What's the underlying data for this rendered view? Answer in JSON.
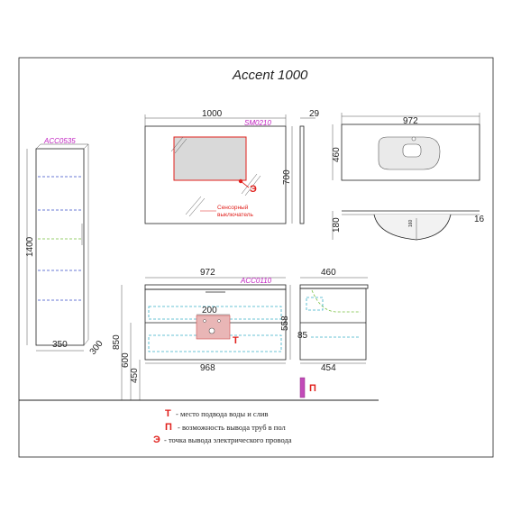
{
  "title": "Accent 1000",
  "codes": {
    "mirror": "SM0210",
    "cabinet": "ACC0535",
    "vanity": "ACC0110"
  },
  "dimensions": {
    "mirror_width": "1000",
    "mirror_depth": "29",
    "mirror_height": "700",
    "sink_width": "972",
    "sink_depth": "460",
    "sink_profile_height": "180",
    "sink_rim": "16",
    "sink_inner": "160",
    "cabinet_height": "1400",
    "cabinet_width": "350",
    "cabinet_depth": "300",
    "vanity_width_top": "972",
    "vanity_inner_width": "200",
    "vanity_width_bottom": "968",
    "vanity_height": "558",
    "vanity_h850": "850",
    "vanity_h600": "600",
    "vanity_h450": "450",
    "side_depth_top": "460",
    "side_depth_bottom": "454",
    "side_85": "85"
  },
  "labels": {
    "sensor_line1": "Сенсорный",
    "sensor_line2": "выключатель",
    "marker_t": "Т",
    "marker_p": "П",
    "marker_e": "Э"
  },
  "legend": [
    {
      "symbol": "Т",
      "text": "- место подвода воды и слив"
    },
    {
      "symbol": "П",
      "text": "- возможность вывода труб в пол"
    },
    {
      "symbol": "Э",
      "text": "-  точка вывода электрического провода"
    }
  ]
}
